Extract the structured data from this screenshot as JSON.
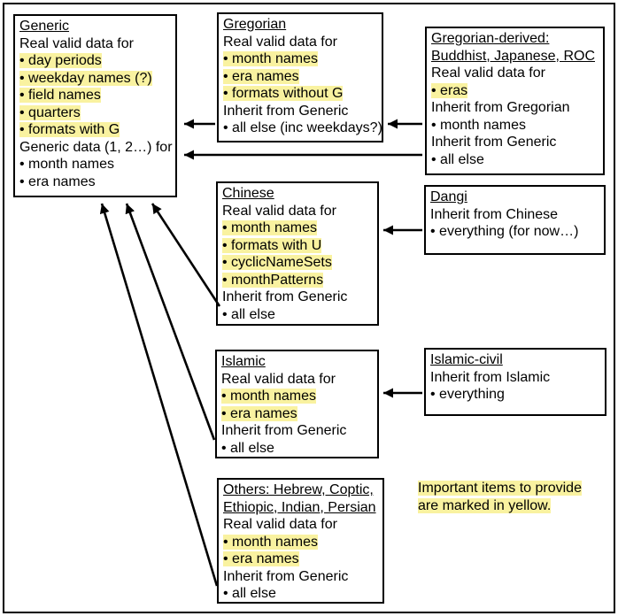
{
  "colors": {
    "highlight": "#F9F2A0",
    "border": "#000000",
    "background": "#FFFFFF"
  },
  "boxes": {
    "generic": {
      "title_lines": [
        "Generic"
      ],
      "lines": [
        {
          "text": "Real valid data for",
          "hl": false
        },
        {
          "text": "• day periods",
          "hl": true
        },
        {
          "text": "• weekday names (?)",
          "hl": true
        },
        {
          "text": "• field names",
          "hl": true
        },
        {
          "text": "• quarters",
          "hl": true
        },
        {
          "text": "• formats with G",
          "hl": true
        },
        {
          "text": "Generic data (1, 2…) for",
          "hl": false
        },
        {
          "text": "• month names",
          "hl": false
        },
        {
          "text": "• era names",
          "hl": false
        }
      ]
    },
    "gregorian": {
      "title_lines": [
        "Gregorian"
      ],
      "lines": [
        {
          "text": "Real valid data for",
          "hl": false
        },
        {
          "text": "• month names",
          "hl": true
        },
        {
          "text": "• era names",
          "hl": true
        },
        {
          "text": "• formats without G",
          "hl": true
        },
        {
          "text": "Inherit from Generic",
          "hl": false
        },
        {
          "text": "• all else (inc weekdays?)",
          "hl": false
        }
      ]
    },
    "gregorian_derived": {
      "title_lines": [
        "Gregorian-derived:",
        "Buddhist, Japanese, ROC"
      ],
      "lines": [
        {
          "text": "Real valid data for",
          "hl": false
        },
        {
          "text": "• eras",
          "hl": true
        },
        {
          "text": "Inherit from Gregorian",
          "hl": false
        },
        {
          "text": "• month names",
          "hl": false
        },
        {
          "text": "Inherit from Generic",
          "hl": false
        },
        {
          "text": "• all else",
          "hl": false
        }
      ]
    },
    "chinese": {
      "title_lines": [
        "Chinese"
      ],
      "lines": [
        {
          "text": "Real valid data for",
          "hl": false
        },
        {
          "text": "• month names",
          "hl": true
        },
        {
          "text": "• formats with U",
          "hl": true
        },
        {
          "text": "• cyclicNameSets",
          "hl": true
        },
        {
          "text": "• monthPatterns",
          "hl": true
        },
        {
          "text": "Inherit from Generic",
          "hl": false
        },
        {
          "text": "• all else",
          "hl": false
        }
      ]
    },
    "dangi": {
      "title_lines": [
        "Dangi"
      ],
      "lines": [
        {
          "text": "Inherit from Chinese",
          "hl": false
        },
        {
          "text": "• everything (for now…)",
          "hl": false
        }
      ]
    },
    "islamic": {
      "title_lines": [
        "Islamic"
      ],
      "lines": [
        {
          "text": "Real valid data for",
          "hl": false
        },
        {
          "text": "• month names",
          "hl": true
        },
        {
          "text": "• era names",
          "hl": true
        },
        {
          "text": "Inherit from Generic",
          "hl": false
        },
        {
          "text": "• all else",
          "hl": false
        }
      ]
    },
    "islamic_civil": {
      "title_lines": [
        "Islamic-civil"
      ],
      "lines": [
        {
          "text": "Inherit from Islamic",
          "hl": false
        },
        {
          "text": "• everything",
          "hl": false
        }
      ]
    },
    "others": {
      "title_lines": [
        "Others: Hebrew, Coptic,",
        "Ethiopic, Indian, Persian"
      ],
      "lines": [
        {
          "text": "Real valid data for",
          "hl": false
        },
        {
          "text": "• month names",
          "hl": true
        },
        {
          "text": "• era names",
          "hl": true
        },
        {
          "text": "Inherit from Generic",
          "hl": false
        },
        {
          "text": "• all else",
          "hl": false
        }
      ]
    }
  },
  "note": {
    "lines": [
      "Important items to provide",
      "are marked in yellow."
    ]
  },
  "arrows": [
    {
      "from": "Gregorian",
      "to": "Generic"
    },
    {
      "from": "Gregorian-derived",
      "to": "Gregorian"
    },
    {
      "from": "Gregorian-derived",
      "to": "Generic"
    },
    {
      "from": "Dangi",
      "to": "Chinese"
    },
    {
      "from": "Islamic-civil",
      "to": "Islamic"
    },
    {
      "from": "Chinese",
      "to": "Generic"
    },
    {
      "from": "Islamic",
      "to": "Generic"
    },
    {
      "from": "Others",
      "to": "Generic"
    }
  ]
}
